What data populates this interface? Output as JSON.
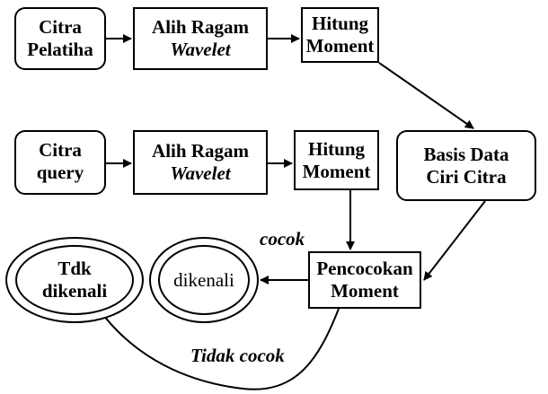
{
  "nodes": {
    "citra_pelatihan": [
      "Citra",
      "Pelatiha"
    ],
    "alih_ragam_1": [
      "Alih Ragam",
      "Wavelet"
    ],
    "hitung_moment_1": [
      "Hitung",
      "Moment"
    ],
    "basis_data": [
      "Basis Data",
      "Ciri Citra"
    ],
    "citra_query": [
      "Citra",
      "query"
    ],
    "alih_ragam_2": [
      "Alih Ragam",
      "Wavelet"
    ],
    "hitung_moment_2": [
      "Hitung",
      "Moment"
    ],
    "pencocokan": [
      "Pencocokan",
      "Moment"
    ],
    "dikenali": "dikenali",
    "tdk_dikenali": [
      "Tdk",
      "dikenali"
    ]
  },
  "edge_labels": {
    "cocok": "cocok",
    "tidak_cocok": "Tidak cocok"
  }
}
